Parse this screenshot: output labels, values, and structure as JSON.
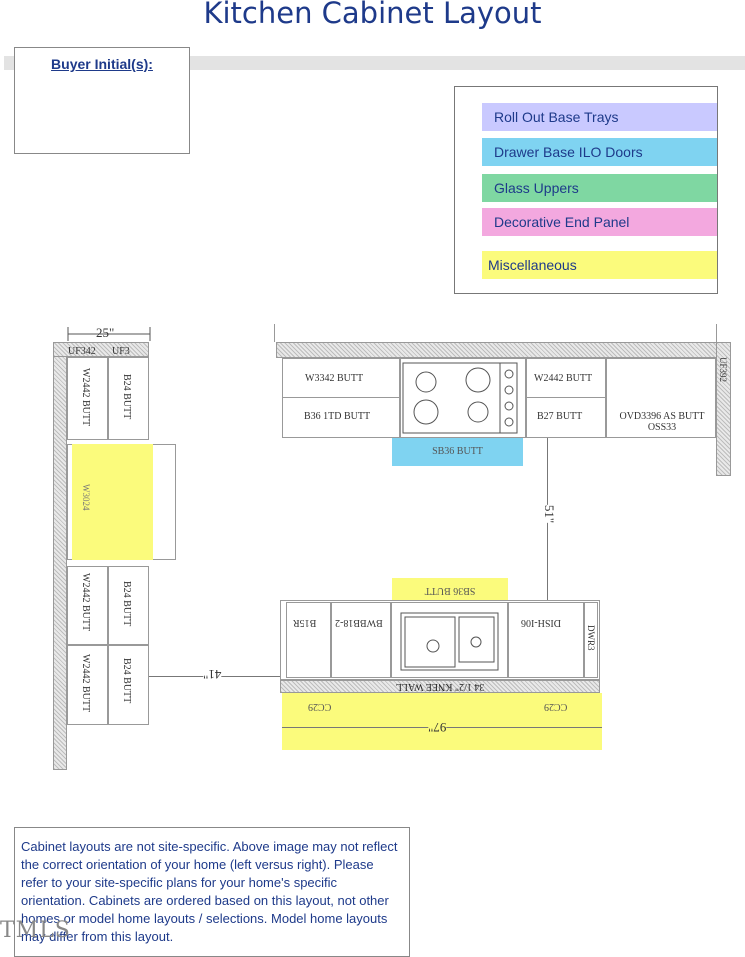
{
  "title": "Kitchen Cabinet Layout",
  "buyer_initials_label": "Buyer Initial(s):",
  "legend": [
    {
      "label": "Roll Out Base Trays",
      "color": "#c9c9ff"
    },
    {
      "label": "Drawer Base ILO Doors",
      "color": "#7fd3f1"
    },
    {
      "label": "Glass Uppers",
      "color": "#7fd7a2"
    },
    {
      "label": "Decorative End Panel",
      "color": "#f3a8df"
    },
    {
      "label": "Miscellaneous",
      "color": "#fbfb7c"
    }
  ],
  "left_wall": {
    "dimension": "25\"",
    "top_labels": [
      "UF342",
      "UF3"
    ],
    "upper_1": "W2442 BUTT",
    "base_1": "B24 BUTT",
    "highlight": "W3024",
    "upper_2": "W2442 BUTT",
    "base_2": "B24 BUTT",
    "upper_3": "W2442 BUTT",
    "base_3": "B24 BUTT"
  },
  "top_wall": {
    "w3342": "W3342 BUTT",
    "b36": "B36 1TD BUTT",
    "w2442": "W2442 BUTT",
    "b27": "B27 BUTT",
    "ovd_line1": "OVD3396 AS BUTT",
    "ovd_line2": "OSS33",
    "uf392": "UF392",
    "sb36": "SB36 BUTT"
  },
  "dimensions": {
    "gap_vertical": "51\"",
    "gap_horizontal": "41\"",
    "island_length": "97\""
  },
  "island": {
    "sb36": "SB36 BUTT",
    "b15r": "B15R",
    "bwbb": "BWBB18-2",
    "dish": "DISH-I06",
    "dwr": "DWR3",
    "knee_wall": "34 1/2\" KNEE WALL",
    "cc_left": "CC29",
    "cc_right": "CC29"
  },
  "note": "Cabinet layouts are not site-specific. Above image may not reflect the correct orientation of your home (left versus right). Please refer to your site-specific plans for your home's specific orientation. Cabinets are ordered based on this layout, not other homes or model home layouts / selections. Model home layouts may differ from this layout.",
  "watermark": "TMLS"
}
